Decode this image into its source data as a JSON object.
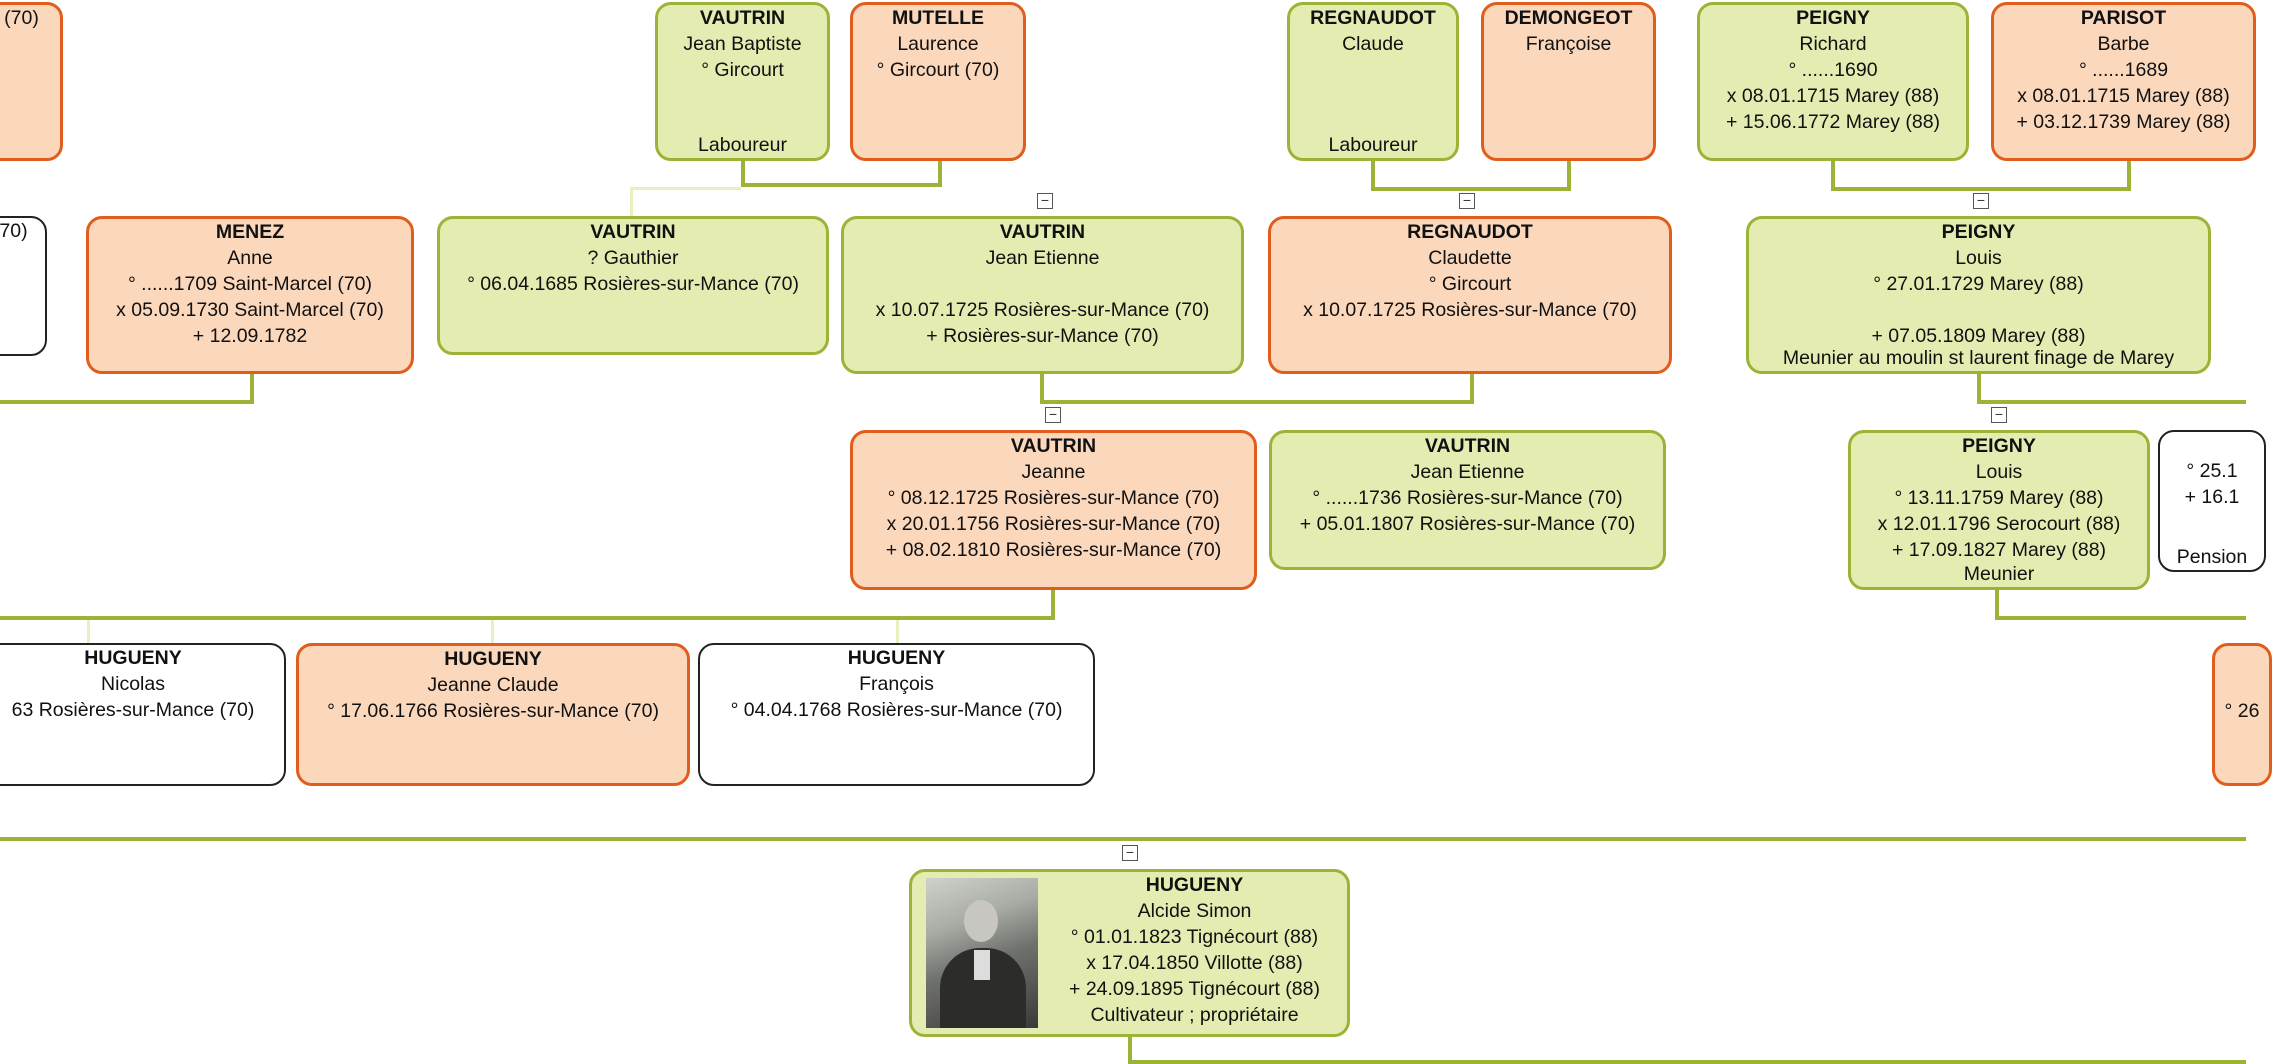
{
  "toggle_symbol": "−",
  "colors": {
    "male_fill": "#e4ecb1",
    "male_border": "#9bb437",
    "female_fill": "#fbd7bc",
    "female_border": "#e05d1c",
    "unknown_fill": "#ffffff",
    "line": "#9bb437"
  },
  "people": [
    {
      "id": "p-left-female-top",
      "sex": "f",
      "lines": [
        "(70)"
      ]
    },
    {
      "id": "p-vautrin-jean-baptiste",
      "sex": "m",
      "surname": "VAUTRIN",
      "lines": [
        "Jean Baptiste",
        "° Gircourt"
      ],
      "occupation": "Laboureur"
    },
    {
      "id": "p-mutelle-laurence",
      "sex": "f",
      "surname": "MUTELLE",
      "lines": [
        "Laurence",
        "° Gircourt (70)"
      ]
    },
    {
      "id": "p-regnaudot-claude",
      "sex": "m",
      "surname": "REGNAUDOT",
      "lines": [
        "Claude"
      ],
      "occupation": "Laboureur"
    },
    {
      "id": "p-demongeot-francoise",
      "sex": "f",
      "surname": "DEMONGEOT",
      "lines": [
        "Françoise"
      ]
    },
    {
      "id": "p-peigny-richard",
      "sex": "m",
      "surname": "PEIGNY",
      "lines": [
        "Richard",
        "° ......1690",
        "x 08.01.1715 Marey (88)",
        "+ 15.06.1772 Marey (88)"
      ]
    },
    {
      "id": "p-parisot-barbe",
      "sex": "f",
      "surname": "PARISOT",
      "lines": [
        "Barbe",
        "° ......1689",
        "x 08.01.1715 Marey (88)",
        "+ 03.12.1739 Marey (88)"
      ]
    },
    {
      "id": "p-left-unknown-mid",
      "sex": "u",
      "lines": [
        "70)"
      ]
    },
    {
      "id": "p-menez-anne",
      "sex": "f",
      "surname": "MENEZ",
      "lines": [
        "Anne",
        "° ......1709 Saint-Marcel (70)",
        "x 05.09.1730 Saint-Marcel (70)",
        "+ 12.09.1782"
      ]
    },
    {
      "id": "p-vautrin-gauthier",
      "sex": "m",
      "surname": "VAUTRIN",
      "lines": [
        "? Gauthier",
        "° 06.04.1685 Rosières-sur-Mance (70)"
      ]
    },
    {
      "id": "p-vautrin-jean-etienne-1",
      "sex": "m",
      "surname": "VAUTRIN",
      "lines": [
        "Jean Etienne",
        "",
        "x 10.07.1725 Rosières-sur-Mance (70)",
        "+ Rosières-sur-Mance (70)"
      ]
    },
    {
      "id": "p-regnaudot-claudette",
      "sex": "f",
      "surname": "REGNAUDOT",
      "lines": [
        "Claudette",
        "° Gircourt",
        "x 10.07.1725 Rosières-sur-Mance (70)"
      ]
    },
    {
      "id": "p-peigny-louis-1729",
      "sex": "m",
      "surname": "PEIGNY",
      "lines": [
        "Louis",
        "° 27.01.1729 Marey (88)",
        "",
        "+ 07.05.1809 Marey (88)"
      ],
      "occupation": "Meunier au moulin st laurent finage de Marey"
    },
    {
      "id": "p-vautrin-jeanne",
      "sex": "f",
      "surname": "VAUTRIN",
      "lines": [
        "Jeanne",
        "° 08.12.1725 Rosières-sur-Mance (70)",
        "x 20.01.1756 Rosières-sur-Mance (70)",
        "+ 08.02.1810 Rosières-sur-Mance (70)"
      ]
    },
    {
      "id": "p-vautrin-jean-etienne-2",
      "sex": "m",
      "surname": "VAUTRIN",
      "lines": [
        "Jean Etienne",
        "° ......1736 Rosières-sur-Mance (70)",
        "+ 05.01.1807 Rosières-sur-Mance (70)"
      ]
    },
    {
      "id": "p-peigny-louis-1759",
      "sex": "m",
      "surname": "PEIGNY",
      "lines": [
        "Louis",
        "° 13.11.1759 Marey (88)",
        "x 12.01.1796 Serocourt (88)",
        "+ 17.09.1827 Marey (88)"
      ],
      "occupation": "Meunier"
    },
    {
      "id": "p-right-unknown",
      "sex": "u",
      "lines": [
        "",
        "° 25.1",
        "+ 16.1"
      ],
      "occupation": "Pension"
    },
    {
      "id": "p-hugueny-nicolas",
      "sex": "u",
      "surname": "HUGUENY",
      "lines": [
        "Nicolas",
        "63 Rosières-sur-Mance (70)"
      ]
    },
    {
      "id": "p-hugueny-jeanne-claude",
      "sex": "f",
      "surname": "HUGUENY",
      "lines": [
        "Jeanne Claude",
        "° 17.06.1766 Rosières-sur-Mance (70)"
      ]
    },
    {
      "id": "p-hugueny-francois",
      "sex": "u",
      "surname": "HUGUENY",
      "lines": [
        "François",
        "° 04.04.1768 Rosières-sur-Mance (70)"
      ]
    },
    {
      "id": "p-right-female-bottom",
      "sex": "f",
      "lines": [
        "",
        "",
        "° 26"
      ]
    },
    {
      "id": "p-hugueny-alcide-simon",
      "sex": "m",
      "surname": "HUGUENY",
      "lines": [
        "Alcide Simon",
        "° 01.01.1823 Tignécourt (88)",
        "x 17.04.1850 Villotte (88)",
        "+ 24.09.1895 Tignécourt (88)",
        "Cultivateur ; propriétaire"
      ],
      "has_photo": true
    }
  ]
}
